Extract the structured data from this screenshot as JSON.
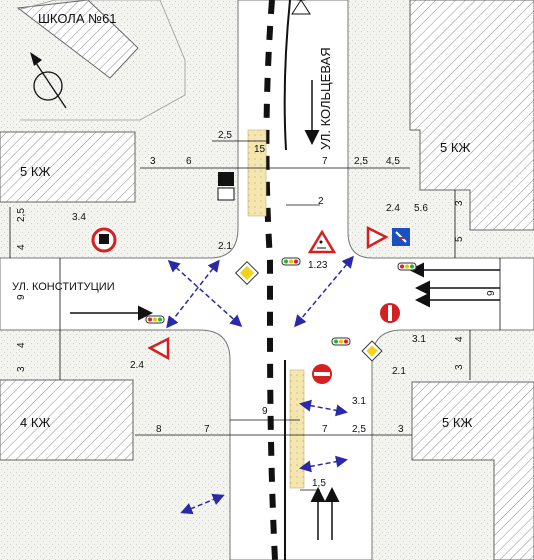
{
  "labels": {
    "school": "ШКОЛА №61",
    "street_koltsevaya": "УЛ. КОЛЬЦЕВАЯ",
    "street_konstitutsii": "УЛ. КОНСТИТУЦИИ",
    "block_nw": "5 КЖ",
    "block_ne": "5 КЖ",
    "block_sw": "4 КЖ",
    "block_se": "5 КЖ"
  },
  "dimensions": {
    "top_2_5": "2,5",
    "top_15": "15",
    "top_3": "3",
    "top_6": "6",
    "top_7": "7",
    "top_2_5b": "2,5",
    "top_4_5": "4,5",
    "mid_2": "2",
    "left_2_5": "2,5",
    "left_4_top": "4",
    "left_9": "9",
    "left_4_bot": "4",
    "left_3": "3",
    "right_3_top": "3",
    "right_5": "5",
    "right_9": "9",
    "right_4": "4",
    "right_3_bot": "3",
    "bot_8": "8",
    "bot_7": "7",
    "bot_9": "9",
    "bot_7b": "7",
    "bot_2_5": "2,5",
    "bot_3": "3",
    "bot_1_5": "1,5"
  },
  "signs": {
    "s3_4": "3.4",
    "s2_4_top": "2.4",
    "s5_6": "5.6",
    "s2_1_top": "2.1",
    "s1_23": "1.23",
    "s3_1_right": "3.1",
    "s2_1_right": "2.1",
    "s2_4_left": "2.4",
    "s3_1_bottom": "3.1"
  },
  "colors": {
    "road": "#ffffff",
    "sidewalk": "#f1f3ef",
    "building_hatch": "#9a9a9a",
    "arrow_dash": "#2a2aa8",
    "sign_red": "#d42020",
    "sign_yellow": "#f2d21c",
    "zebra_yellow": "#f0dfa0"
  },
  "icons": [
    "north-arrow-icon",
    "traffic-light-icon",
    "pedestrian-crossing-icon"
  ]
}
